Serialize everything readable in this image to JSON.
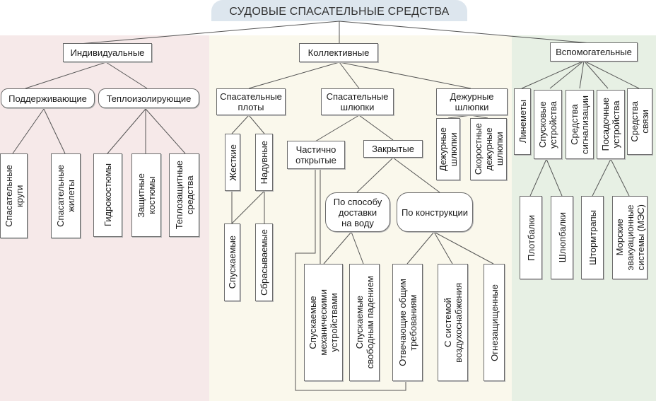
{
  "title": "СУДОВЫЕ СПАСАТЕЛЬНЫЕ СРЕДСТВА",
  "colors": {
    "individual_bg": "#f6e9e9",
    "collective_bg": "#faf8ec",
    "auxiliary_bg": "#e7f0e4",
    "title_bg": "#dde6ee"
  },
  "individual": {
    "label": "Индивидуальные",
    "supporting": {
      "label": "Поддерживающие",
      "items": [
        "Спасательные\nкруги",
        "Спасательные\nжилеты"
      ]
    },
    "insulating": {
      "label": "Теплоизолирующие",
      "items": [
        "Гидрокостюмы",
        "Защитные\nкостюмы",
        "Теплозащитные\nсредства"
      ]
    }
  },
  "collective": {
    "label": "Коллективные",
    "rafts": {
      "label": "Спасательные\nплоты",
      "types": [
        "Жесткие",
        "Надувные"
      ],
      "launch": [
        "Спускаемые",
        "Сбрасываемые"
      ]
    },
    "boats": {
      "label": "Спасательные\nшлюпки",
      "partially_open": "Частично\nоткрытые",
      "closed": "Закрытые",
      "by_delivery": {
        "label": "По способу\nдоставки\nна воду",
        "items": [
          "Спускаемые\nмеханическими\nустройствами",
          "Спускаемые\nсвободным падением"
        ]
      },
      "by_design": {
        "label": "По конструкции",
        "items": [
          "Отвечающие общим\nтребованиям",
          "С системой\nвоздухоснабжения",
          "Огнезащищенные"
        ]
      }
    },
    "rescue_boats": {
      "label": "Дежурные\nшлюпки",
      "items": [
        "Дежурные\nшлюпки",
        "Скоростные\nдежурные\nшлюпки"
      ]
    }
  },
  "auxiliary": {
    "label": "Вспомогательные",
    "items": [
      "Линеметы",
      "Спусковые\nустройства",
      "Средства\nсигнализации",
      "Посадочные\nустройства",
      "Средства\nсвязи"
    ],
    "launching": [
      "Плотбалки",
      "Шлюпбалки"
    ],
    "boarding": [
      "Штормтрапы",
      "Морские\nэвакуационные\nсистемы (МЭС)"
    ]
  }
}
